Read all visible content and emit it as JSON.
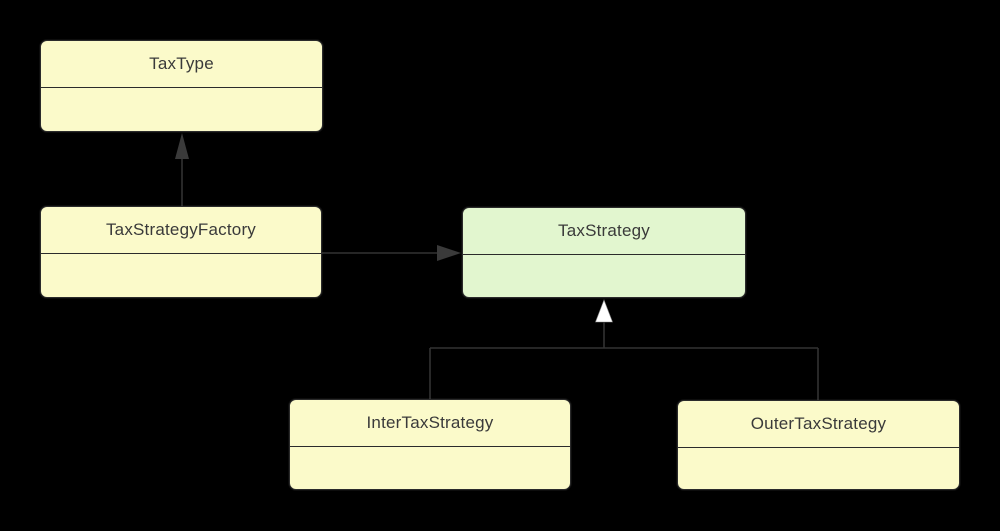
{
  "diagram": {
    "type": "uml-class-diagram",
    "background": "#000000"
  },
  "colors": {
    "node_fill_yellow": "#FBFACA",
    "node_fill_green": "#E2F6CF",
    "node_border": "#2B2B2B",
    "node_text": "#3A3A3A",
    "edge_line": "#333333",
    "edge_arrowhead_fill": "#3A3A3A",
    "inheritance_triangle_fill": "#FFFFFF"
  },
  "nodes": {
    "taxtype": {
      "label": "TaxType",
      "fill": "#FBFACA",
      "body_text": ""
    },
    "taxstrategyfactory": {
      "label": "TaxStrategyFactory",
      "fill": "#FBFACA",
      "body_text": ""
    },
    "taxstrategy": {
      "label": "TaxStrategy",
      "fill": "#E2F6CF",
      "body_text": ""
    },
    "intertaxstrategy": {
      "label": "InterTaxStrategy",
      "fill": "#FBFACA",
      "body_text": ""
    },
    "outertaxstrategy": {
      "label": "OuterTaxStrategy",
      "fill": "#FBFACA",
      "body_text": ""
    }
  },
  "edges": [
    {
      "from": "TaxStrategyFactory",
      "to": "TaxType",
      "line": "solid",
      "arrowhead": "filled-arrow",
      "relation": "association"
    },
    {
      "from": "TaxStrategyFactory",
      "to": "TaxStrategy",
      "line": "solid",
      "arrowhead": "filled-arrow",
      "relation": "association"
    },
    {
      "from": "InterTaxStrategy",
      "to": "TaxStrategy",
      "line": "solid",
      "arrowhead": "hollow-triangle",
      "relation": "generalization"
    },
    {
      "from": "OuterTaxStrategy",
      "to": "TaxStrategy",
      "line": "solid",
      "arrowhead": "hollow-triangle",
      "relation": "generalization"
    }
  ]
}
